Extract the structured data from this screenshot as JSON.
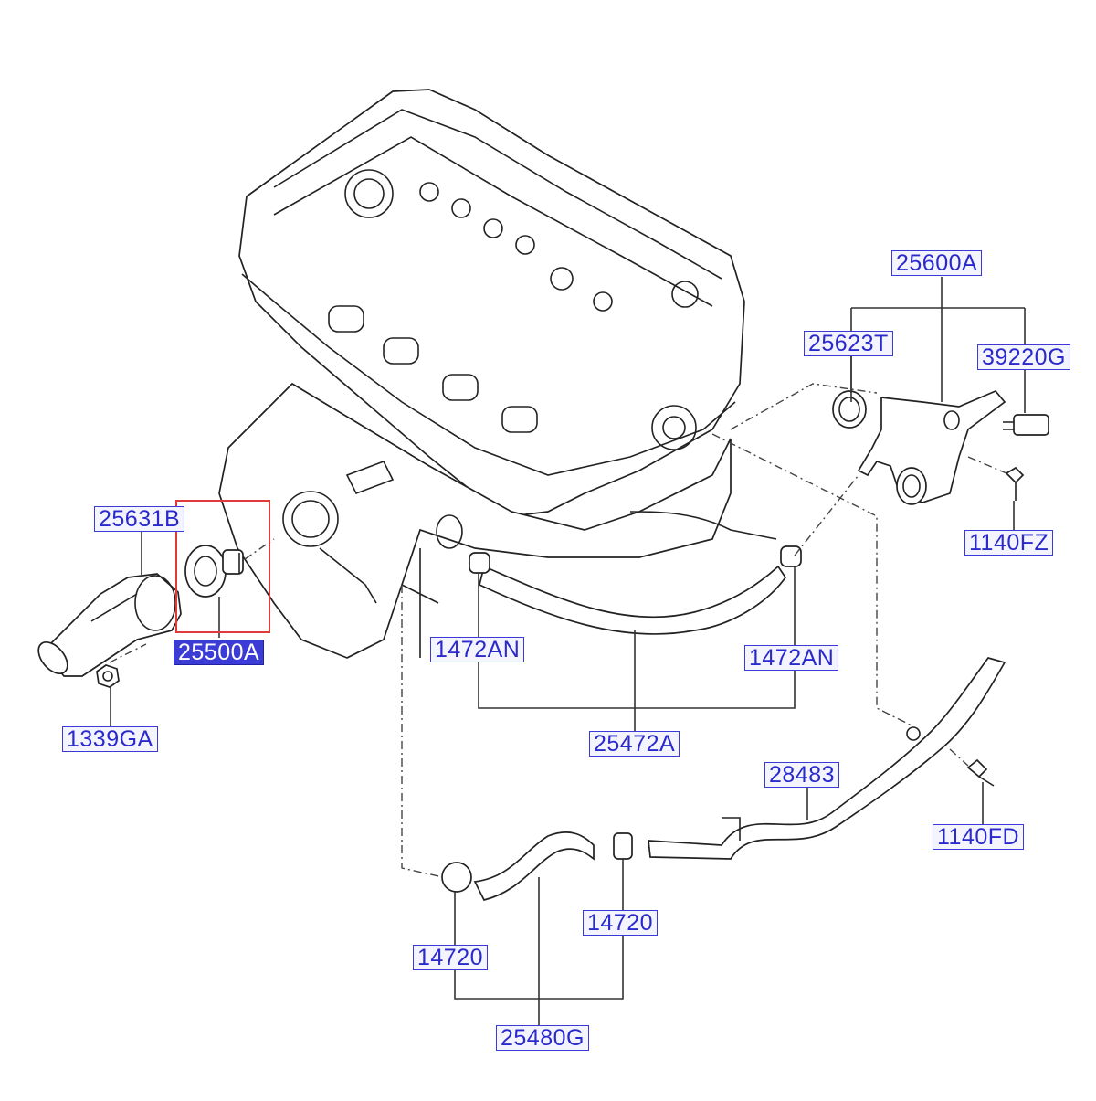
{
  "diagram": {
    "parts": [
      {
        "id": "25600A",
        "label": "25600A"
      },
      {
        "id": "25623T",
        "label": "25623T"
      },
      {
        "id": "39220G",
        "label": "39220G"
      },
      {
        "id": "1140FZ",
        "label": "1140FZ"
      },
      {
        "id": "25631B",
        "label": "25631B"
      },
      {
        "id": "25500A",
        "label": "25500A",
        "selected": true
      },
      {
        "id": "1339GA",
        "label": "1339GA"
      },
      {
        "id": "1472AN_left",
        "label": "1472AN"
      },
      {
        "id": "1472AN_right",
        "label": "1472AN"
      },
      {
        "id": "25472A",
        "label": "25472A"
      },
      {
        "id": "28483",
        "label": "28483"
      },
      {
        "id": "1140FD",
        "label": "1140FD"
      },
      {
        "id": "14720_right",
        "label": "14720"
      },
      {
        "id": "14720_left",
        "label": "14720"
      },
      {
        "id": "25480G",
        "label": "25480G"
      }
    ],
    "colors": {
      "label_text": "#2a2acc",
      "label_border": "#3a3ad8",
      "selected_bg": "#3b3bd6",
      "highlight": "#e03a3a"
    }
  }
}
